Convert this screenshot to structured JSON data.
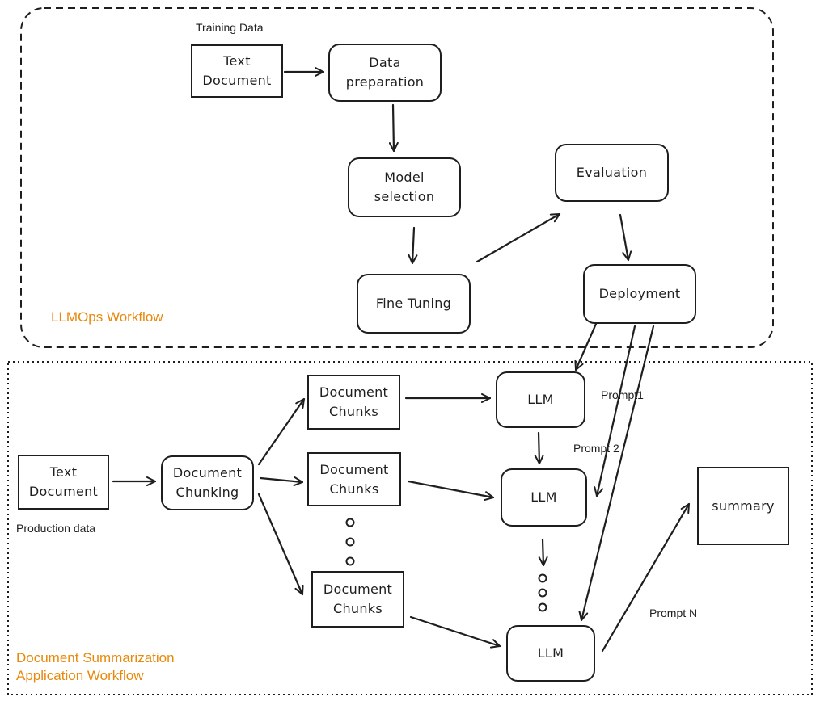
{
  "llmops": {
    "title": "LLMOps Workflow",
    "training_label": "Training Data",
    "text_document": "Text\nDocument",
    "data_preparation": "Data\npreparation",
    "model_selection": "Model\nselection",
    "fine_tuning": "Fine Tuning",
    "evaluation": "Evaluation",
    "deployment": "Deployment"
  },
  "app": {
    "title": "Document Summarization\nApplication Workflow",
    "text_document": "Text\nDocument",
    "production_label": "Production data",
    "document_chunking": "Document\nChunking",
    "chunks": [
      "Document\nChunks",
      "Document\nChunks",
      "Document\nChunks"
    ],
    "llm": [
      "LLM",
      "LLM",
      "LLM"
    ],
    "prompts": [
      "Prompt1",
      "Prompt 2",
      "Prompt N"
    ],
    "summary": "summary"
  },
  "colors": {
    "stroke": "#1e1e1e",
    "accent": "#e8890c"
  }
}
